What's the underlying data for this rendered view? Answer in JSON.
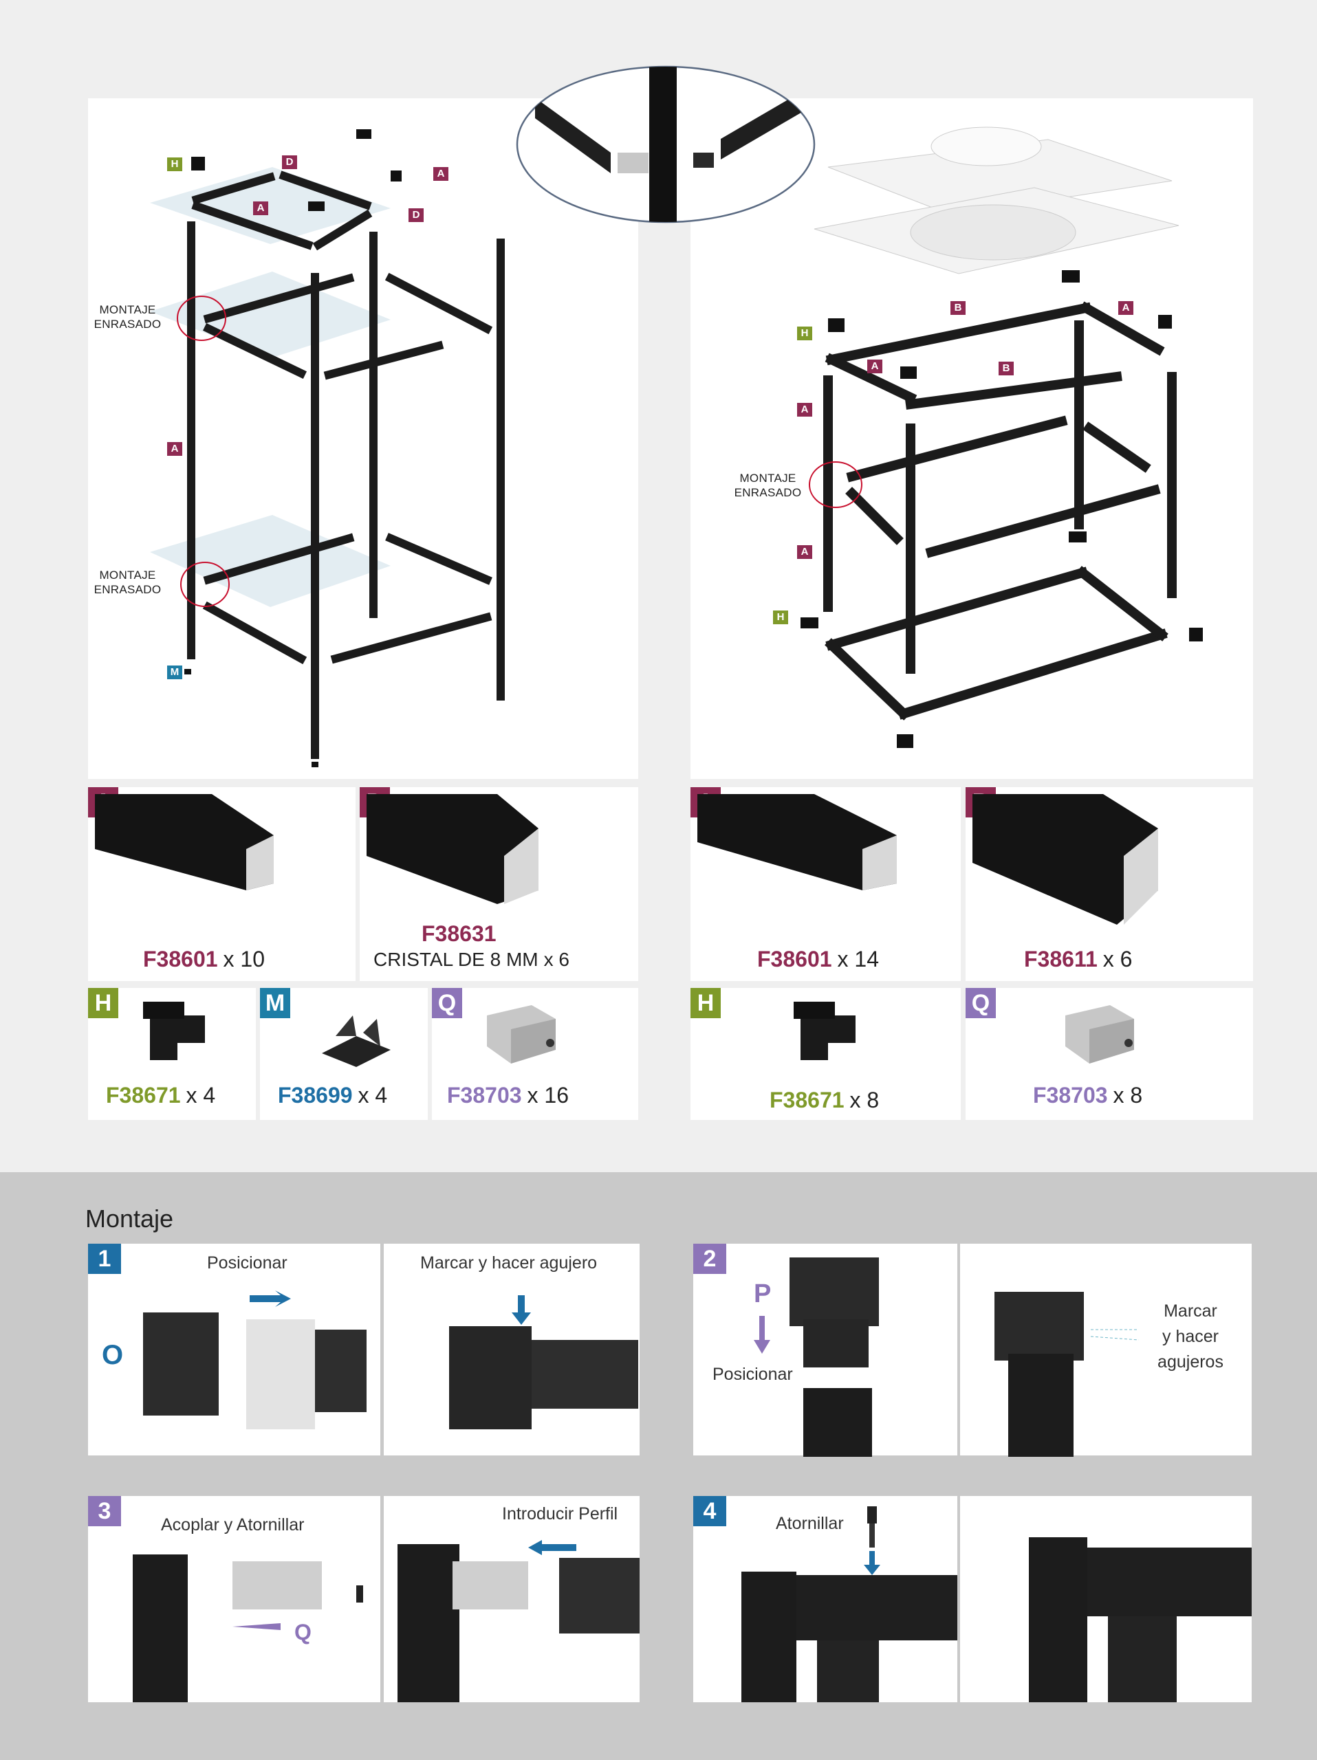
{
  "diagram": {
    "left": {
      "tags": {
        "h": "H",
        "d1": "D",
        "a1": "A",
        "a2": "A",
        "d2": "D",
        "a_side": "A",
        "m": "M"
      },
      "notes": [
        {
          "line1": "MONTAJE",
          "line2": "ENRASADO"
        },
        {
          "line1": "MONTAJE",
          "line2": "ENRASADO"
        }
      ]
    },
    "right": {
      "tags": {
        "b1": "B",
        "a1": "A",
        "h1": "H",
        "a2": "A",
        "b2": "B",
        "a3": "A",
        "a4": "A",
        "h2": "H"
      },
      "note": {
        "line1": "MONTAJE",
        "line2": "ENRASADO"
      }
    }
  },
  "parts": {
    "left": [
      {
        "letter": "A",
        "code": "F38601",
        "qty": "x 10"
      },
      {
        "letter": "D",
        "code": "F38631",
        "desc": "CRISTAL DE 8 MM",
        "qty": "x 6"
      },
      {
        "letter": "H",
        "code": "F38671",
        "qty": "x 4"
      },
      {
        "letter": "M",
        "code": "F38699",
        "qty": "x 4"
      },
      {
        "letter": "Q",
        "code": "F38703",
        "qty": "x 16"
      }
    ],
    "right": [
      {
        "letter": "A",
        "code": "F38601",
        "qty": "x 14"
      },
      {
        "letter": "B",
        "code": "F38611",
        "qty": "x 6"
      },
      {
        "letter": "H",
        "code": "F38671",
        "qty": "x 8"
      },
      {
        "letter": "Q",
        "code": "F38703",
        "qty": "x 8"
      }
    ]
  },
  "colors": {
    "part_a": "#8e2a52",
    "part_h": "#7f9a2a",
    "part_m": "#1e7ea6",
    "part_q": "#8c74b8",
    "step": "#1e6fa5"
  },
  "assembly": {
    "title": "Montaje",
    "steps": [
      {
        "number": "1",
        "label_left": "Posicionar",
        "label_right": "Marcar y hacer agujero",
        "letter": "O"
      },
      {
        "number": "2",
        "letter": "P",
        "label_left": "Posicionar",
        "label_right": "Marcar\ny hacer\nagujeros"
      },
      {
        "number": "3",
        "label_left": "Acoplar y Atornillar",
        "label_right": "Introducir Perfil",
        "letter": "Q"
      },
      {
        "number": "4",
        "label_left": "Atornillar"
      }
    ]
  }
}
